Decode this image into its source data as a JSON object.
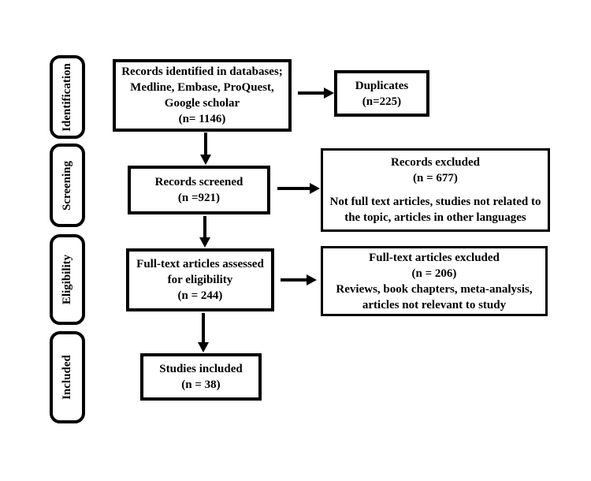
{
  "colors": {
    "ink": "#000000",
    "background": "#ffffff"
  },
  "stages": [
    {
      "label": "Identification"
    },
    {
      "label": "Screening"
    },
    {
      "label": "Eligibility"
    },
    {
      "label": "Included"
    }
  ],
  "boxes": {
    "identified": {
      "lines": [
        "Records identified in databases;",
        "Medline, Embase, ProQuest,",
        "Google scholar",
        "(n= 1146)"
      ]
    },
    "duplicates": {
      "lines": [
        "Duplicates",
        "(n=225)"
      ]
    },
    "screened": {
      "lines": [
        "Records screened",
        "(n =921)"
      ]
    },
    "records_excluded": {
      "title_lines": [
        "Records excluded",
        "(n = 677)"
      ],
      "detail_lines": [
        "Not full text articles, studies not related to",
        "the topic, articles in other languages"
      ]
    },
    "fulltext_assessed": {
      "lines": [
        "Full-text articles assessed",
        "for eligibility",
        "(n = 244)"
      ]
    },
    "fulltext_excluded": {
      "lines": [
        "Full-text articles excluded",
        "(n = 206)",
        "Reviews, book chapters, meta-analysis,",
        "articles not relevant to study"
      ]
    },
    "studies_included": {
      "lines": [
        "Studies included",
        "(n = 38)"
      ]
    }
  }
}
